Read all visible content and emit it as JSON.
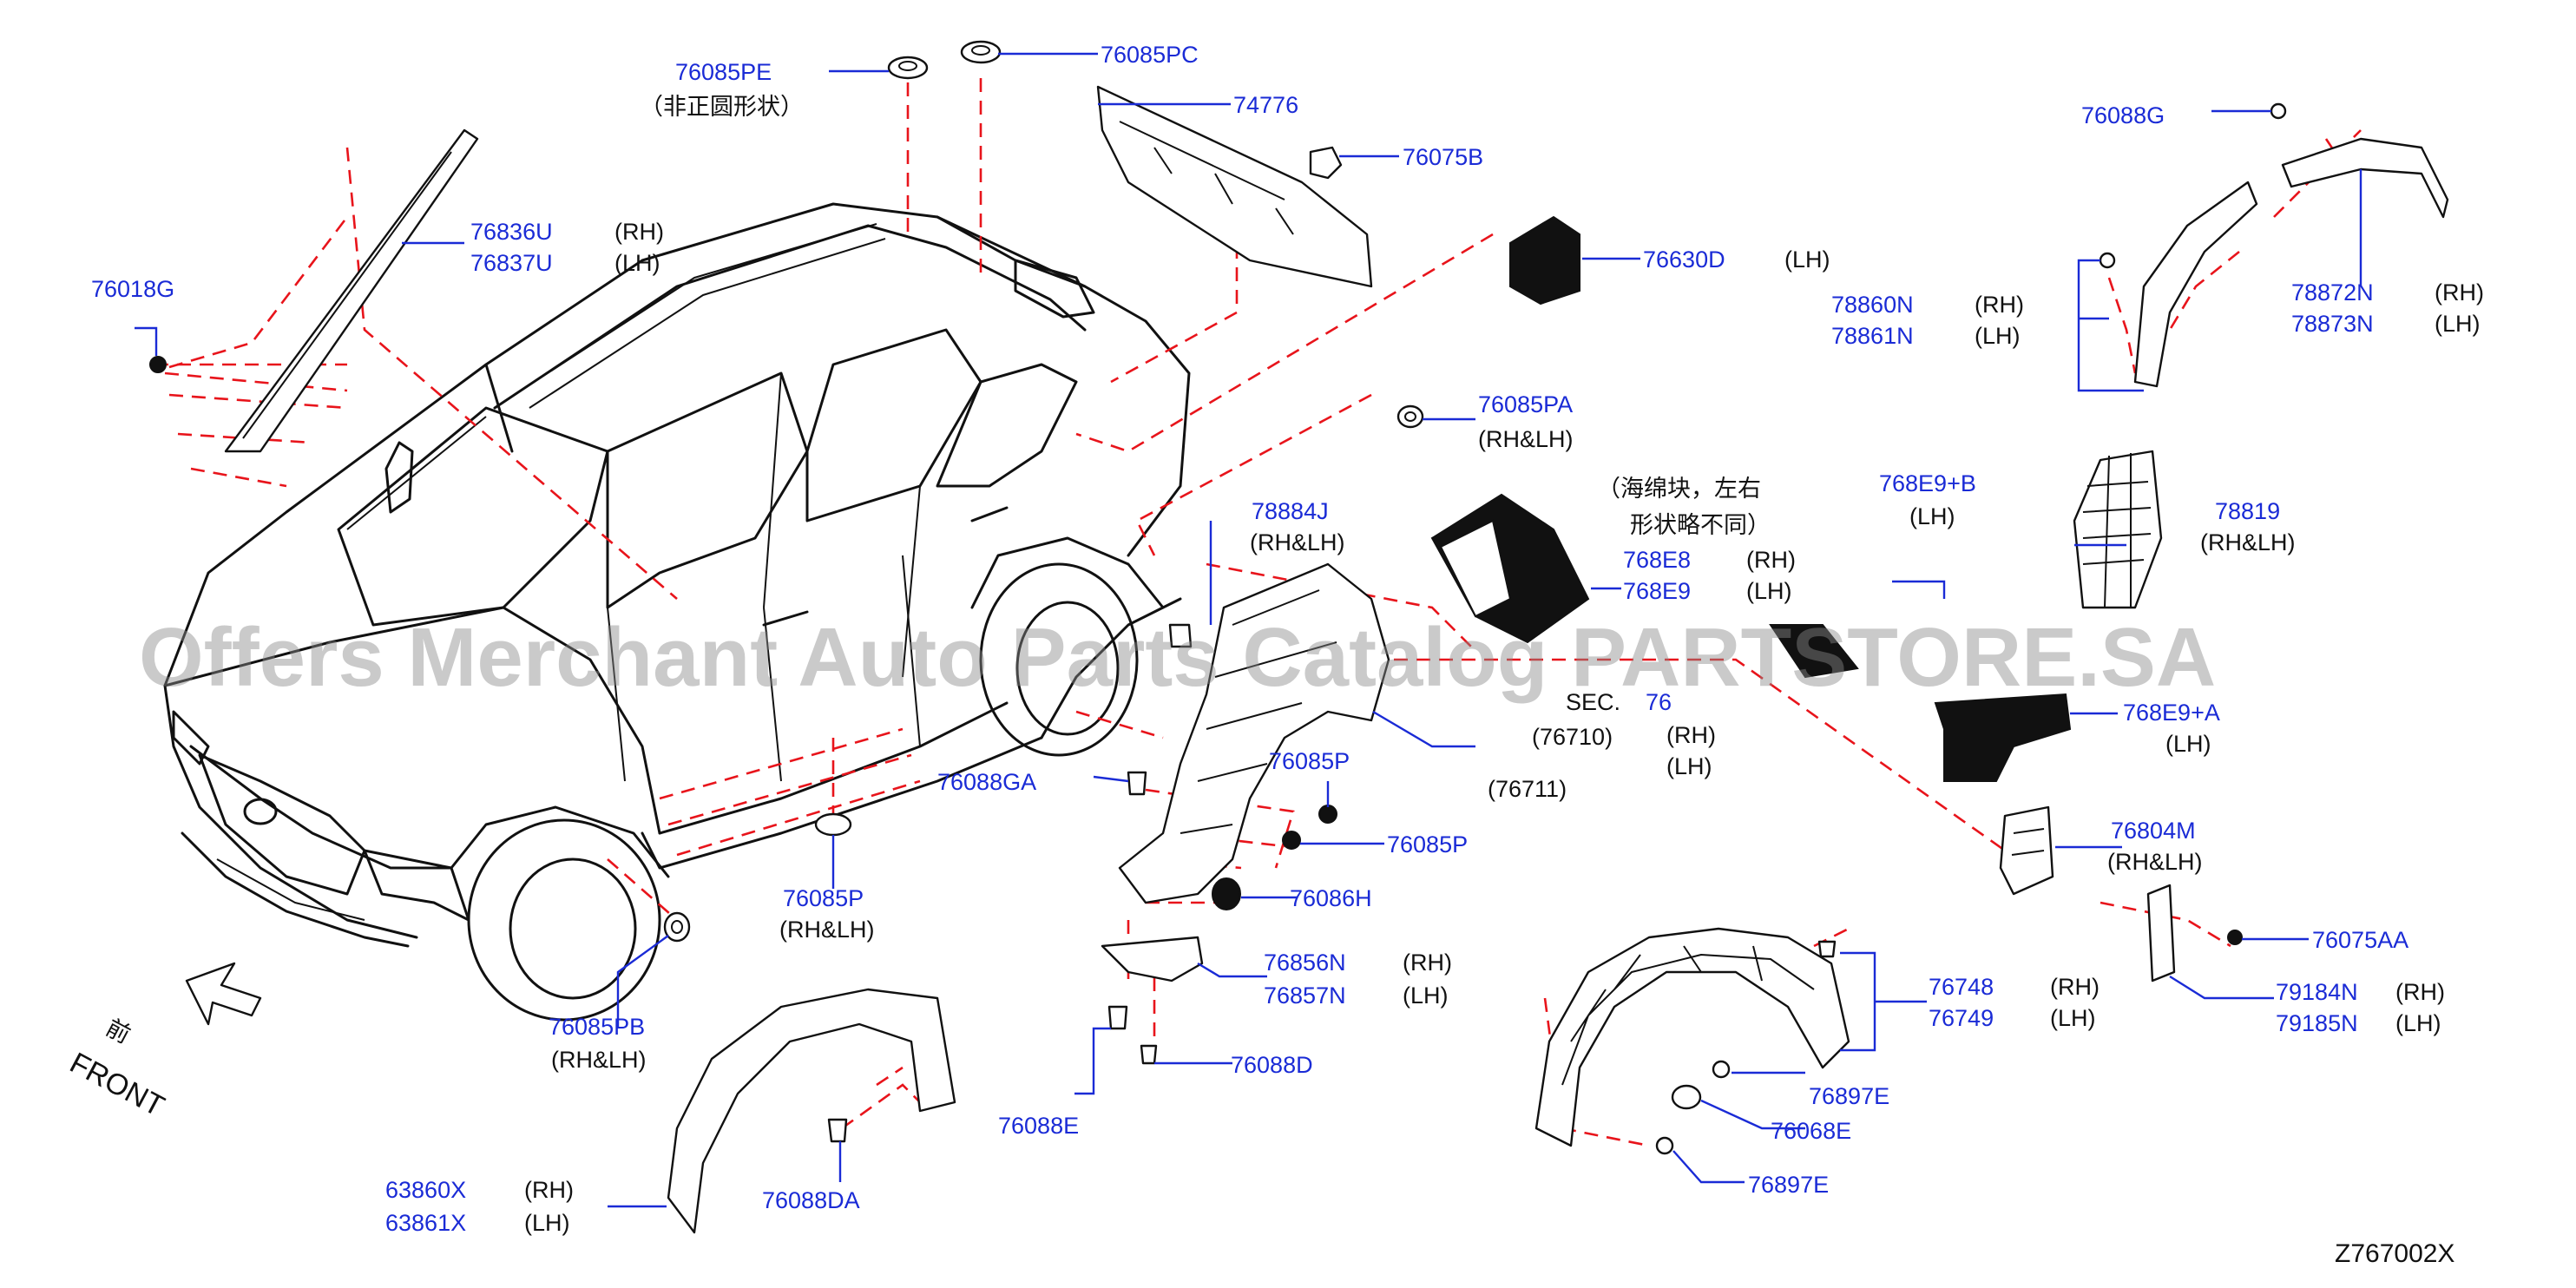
{
  "diagram_id": "Z767002X",
  "watermark": "Offers Merchant Auto Parts Catalog PARTSTORE.SA",
  "front_label": {
    "cn": "前",
    "en": "FRONT"
  },
  "labels": {
    "p76085PE": "76085PE",
    "p76085PE_note": "（非正圆形状）",
    "p76085PC": "76085PC",
    "p74776": "74776",
    "p76075B": "76075B",
    "p76630D": "76630D",
    "p76630D_side": "(LH)",
    "p76836U": "76836U",
    "p76836U_side": "(RH)",
    "p76837U": "76837U",
    "p76837U_side": "(LH)",
    "p76018G": "76018G",
    "p76085PA": "76085PA",
    "p76085PA_side": "(RH&LH)",
    "p76088G": "76088G",
    "p78860N": "78860N",
    "p78860N_side": "(RH)",
    "p78861N": "78861N",
    "p78861N_side": "(LH)",
    "p78872N": "78872N",
    "p78872N_side": "(RH)",
    "p78873N": "78873N",
    "p78873N_side": "(LH)",
    "sponge_note_1": "（海绵块，左右",
    "sponge_note_2": "形状略不同）",
    "p768E8": "768E8",
    "p768E8_side": "(RH)",
    "p768E9": "768E9",
    "p768E9_side": "(LH)",
    "p768E9B": "768E9+B",
    "p768E9B_side": "(LH)",
    "p78819": "78819",
    "p78819_side": "(RH&LH)",
    "p78884J": "78884J",
    "p78884J_side": "(RH&LH)",
    "sec": "SEC.",
    "sec_num": "76",
    "p76710": "(76710)",
    "p76710_side": "(RH)",
    "p76711": "(76711)",
    "p76711_side": "(LH)",
    "p768E9A": "768E9+A",
    "p768E9A_side": "(LH)",
    "p76804M": "76804M",
    "p76804M_side": "(RH&LH)",
    "p76088GA": "76088GA",
    "p76085P_a": "76085P",
    "p76085P_b": "76085P",
    "p76086H": "76086H",
    "p76085P_c": "76085P",
    "p76085P_c_side": "(RH&LH)",
    "p76856N": "76856N",
    "p76856N_side": "(RH)",
    "p76857N": "76857N",
    "p76857N_side": "(LH)",
    "p76088D": "76088D",
    "p76088E": "76088E",
    "p76085PB": "76085PB",
    "p76085PB_side": "(RH&LH)",
    "p76075AA": "76075AA",
    "p76748": "76748",
    "p76748_side": "(RH)",
    "p76749": "76749",
    "p76749_side": "(LH)",
    "p79184N": "79184N",
    "p79184N_side": "(RH)",
    "p79185N": "79185N",
    "p79185N_side": "(LH)",
    "p76897E_a": "76897E",
    "p76068E": "76068E",
    "p76897E_b": "76897E",
    "p63860X": "63860X",
    "p63860X_side": "(RH)",
    "p63861X": "63861X",
    "p63861X_side": "(LH)",
    "p76088DA": "76088DA"
  },
  "colors": {
    "part_number": "#1a2bd6",
    "leader_line": "#1a2bd6",
    "dashed_line": "#e8141b",
    "drawing": "#111111",
    "watermark": "#8a8a8a"
  }
}
